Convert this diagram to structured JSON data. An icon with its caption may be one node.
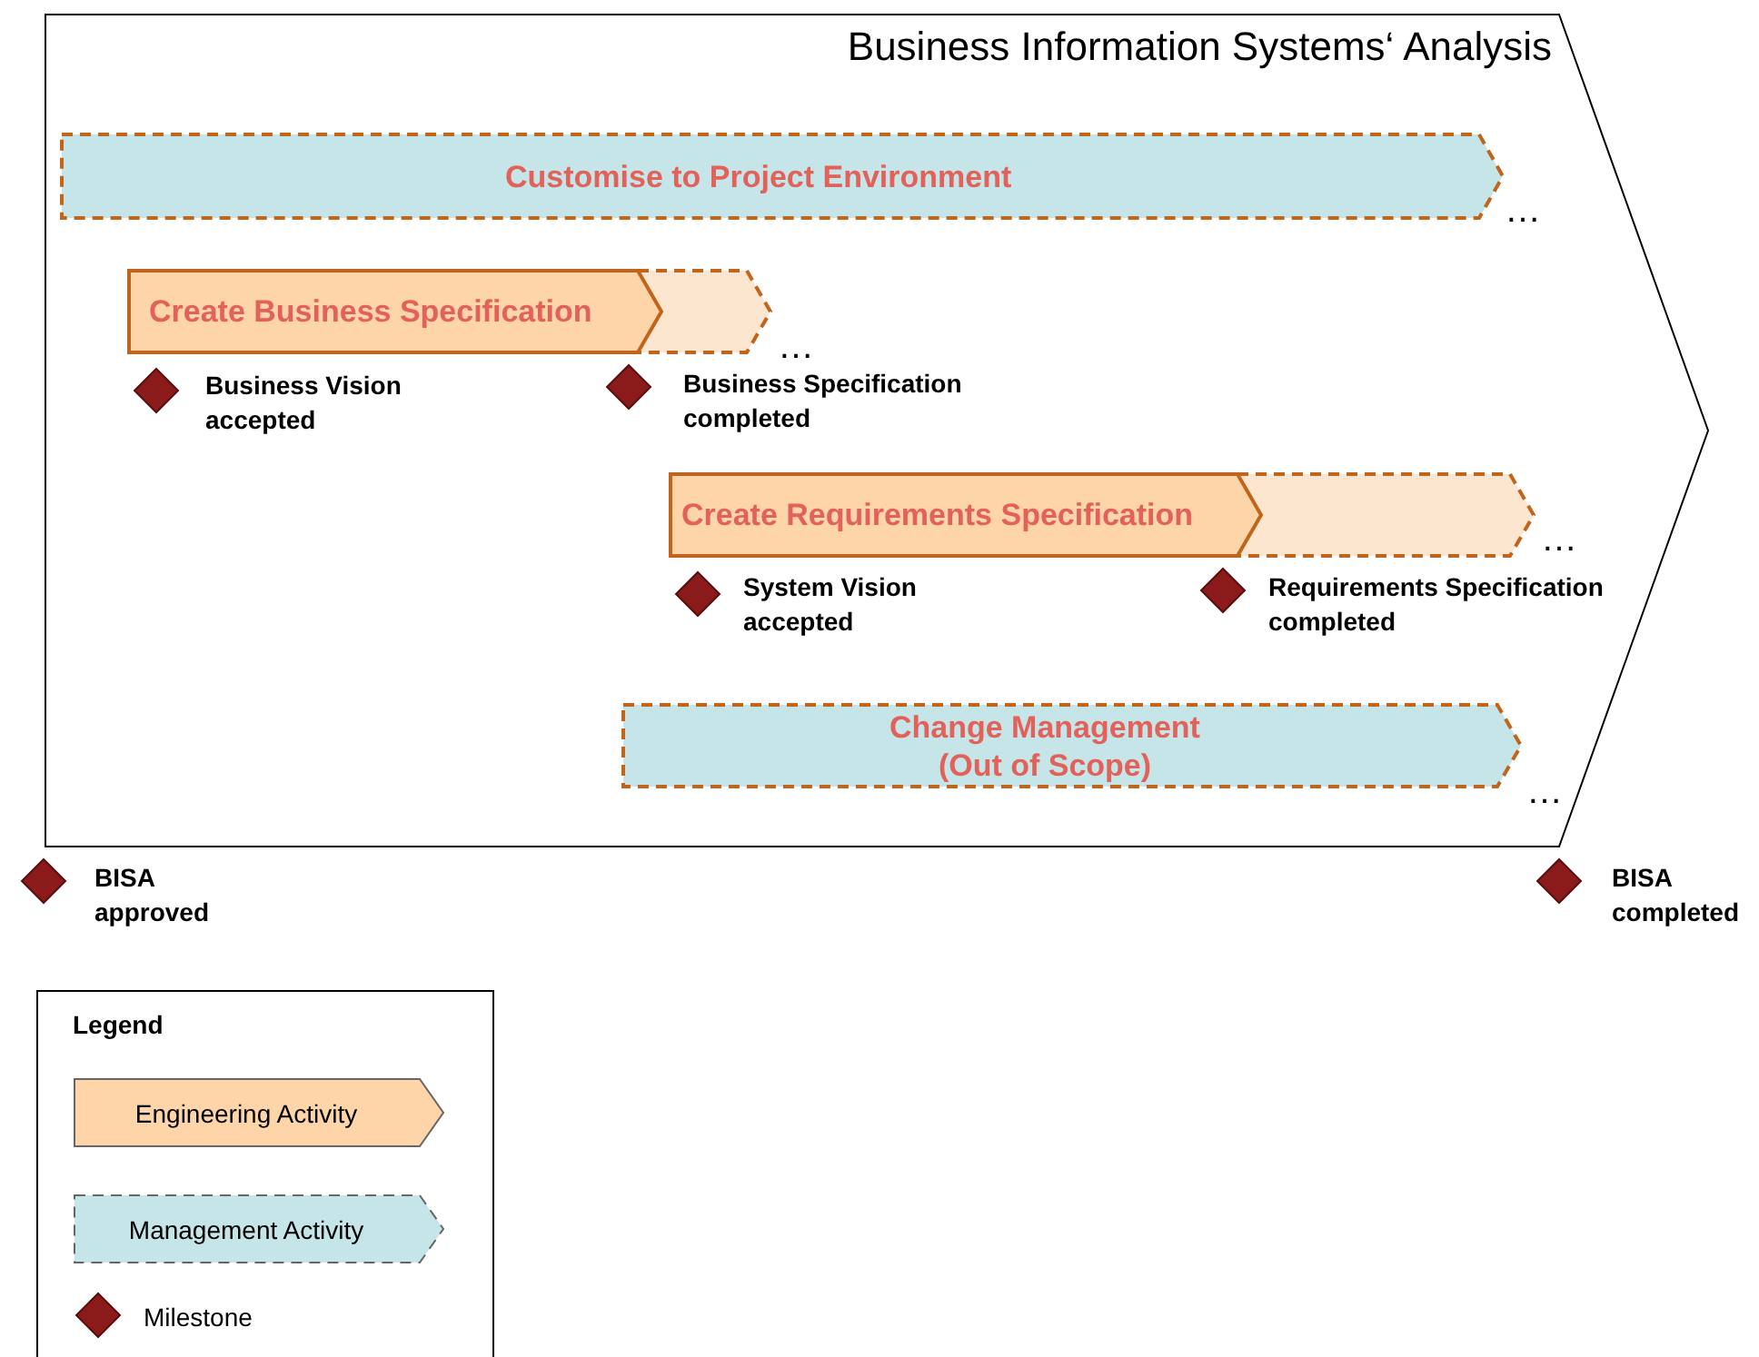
{
  "diagram": {
    "nodes": [
      {
        "text": [
          "Business Information Systems‘ Analysis"
        ]
      },
      {
        "text": [
          "Customise to Project Environment"
        ],
        "in": 0
      },
      {
        "text": [
          "Create Business Specification"
        ],
        "in": 0
      },
      {
        "text": [],
        "shape": "diamond",
        "beside": [
          "Business Vision accepted"
        ],
        "in": 0
      },
      {
        "text": [],
        "shape": "diamond",
        "beside": [
          "Business Specification completed"
        ],
        "in": 0
      },
      {
        "text": [
          "Create Requirements Specification"
        ],
        "in": 0
      },
      {
        "text": [],
        "shape": "diamond",
        "beside": [
          "System Vision accepted"
        ],
        "in": 0
      },
      {
        "text": [],
        "shape": "diamond",
        "beside": [
          "Requirements Specification completed"
        ],
        "in": 0
      },
      {
        "text": [
          "Change Management (Out of Scope)"
        ],
        "in": 0
      },
      {
        "text": [],
        "shape": "diamond",
        "beside": [
          "BISA approved"
        ]
      },
      {
        "text": [],
        "shape": "diamond",
        "beside": [
          "BISA completed"
        ]
      }
    ],
    "labels": [
      "…",
      "…",
      "…",
      "…",
      "Legend"
    ],
    "legend": [
      {
        "text": "Engineering Activity",
        "color": "#fdd5a9"
      },
      {
        "text": "Management Activity",
        "color": "#c5e5e8"
      },
      {
        "text": "Milestone"
      }
    ]
  }
}
